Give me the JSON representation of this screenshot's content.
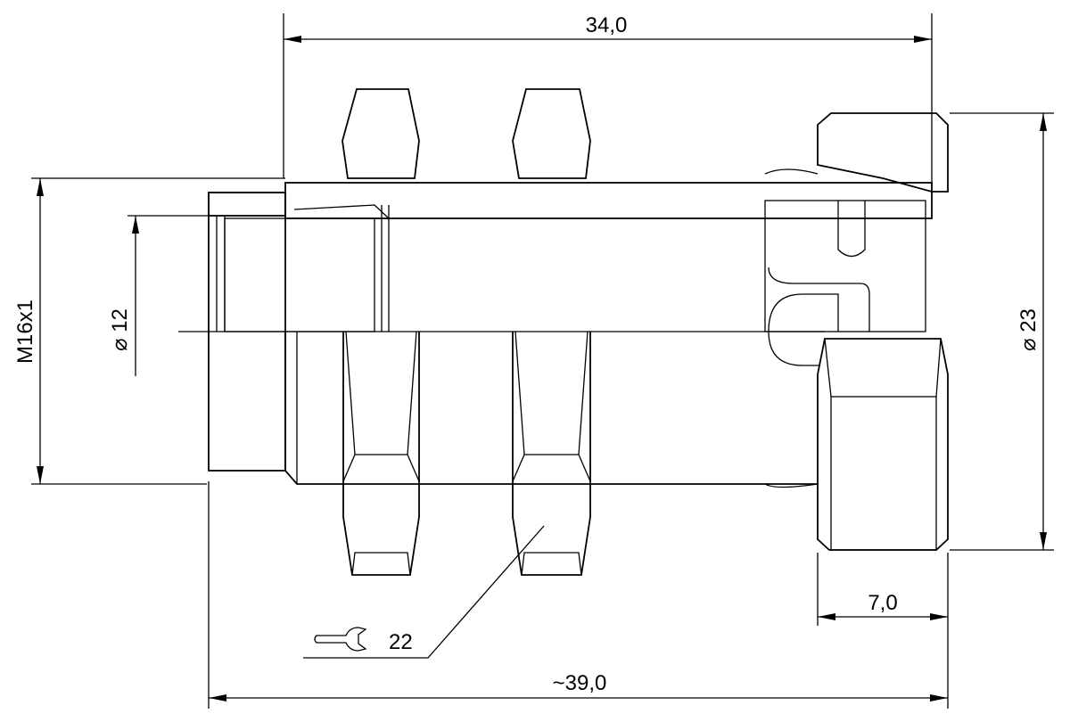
{
  "drawing": {
    "dimensions": {
      "overall_sleeve_length": "34,0",
      "thread": "M16x1",
      "inner_diameter": "⌀ 12",
      "nut_diameter": "⌀ 23",
      "nut_width": "7,0",
      "total_length": "~39,0",
      "wrench_size": "22"
    },
    "icons": [
      "wrench-icon"
    ],
    "colors": {
      "line": "#000000",
      "background": "#ffffff"
    }
  }
}
